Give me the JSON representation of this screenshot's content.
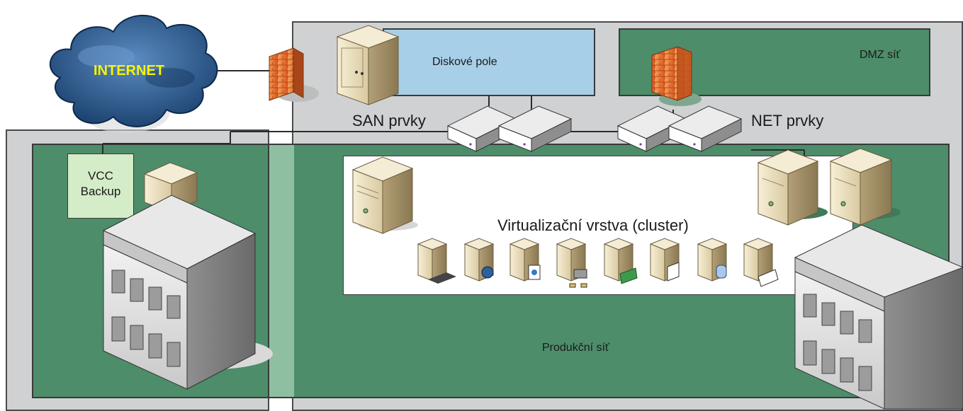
{
  "labels": {
    "internet": "INTERNET",
    "disk_array": "Diskové pole",
    "dmz": "DMZ síť",
    "san": "SAN prvky",
    "net": "NET prvky",
    "vcc_line1": "VCC",
    "vcc_line2": "Backup",
    "virt_layer": "Virtualizační vrstva (cluster)",
    "production": "Produkční síť"
  },
  "colors": {
    "grey_zone": "#d0d1d3",
    "green_zone": "#4d8d6a",
    "disk_array": "#a8cfe8",
    "dmz": "#4d8d6a",
    "vcc": "#d4ecc7",
    "internet_text": "#f7f400",
    "cloud": "#1f4a7c"
  },
  "icons": [
    "cloud-icon",
    "firewall-icon",
    "server-tower-icon",
    "switch-icon",
    "building-icon",
    "vm-server-icon"
  ]
}
